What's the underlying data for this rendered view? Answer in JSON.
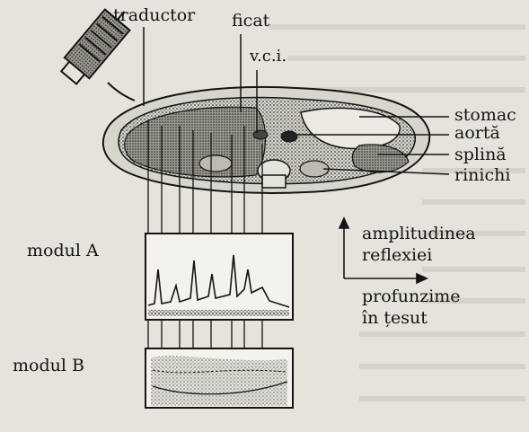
{
  "labels": {
    "transducer": "traductor",
    "liver": "ficat",
    "vci": "v.c.i.",
    "stomach": "stomac",
    "aorta": "aortă",
    "spleen": "splină",
    "kidneys": "rinichi",
    "mode_a": "modul A",
    "mode_b": "modul B",
    "axis_y_line1": "amplitudinea",
    "axis_y_line2": "reflexiei",
    "axis_x_line1": "profunzime",
    "axis_x_line2": "în țesut"
  },
  "colors": {
    "ink": "#141414",
    "paper": "#e6e3dc",
    "box_fill": "#f4f2ec",
    "tissue": "#8c8a84"
  }
}
